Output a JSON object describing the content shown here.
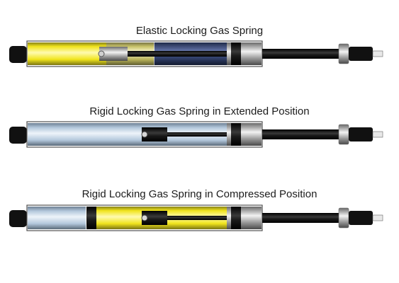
{
  "diagrams": [
    {
      "title": "Elastic Locking Gas Spring",
      "variant": "elastic"
    },
    {
      "title": "Rigid Locking Gas Spring in Extended Position",
      "variant": "rigid-extended"
    },
    {
      "title": "Rigid Locking Gas Spring in Compressed Position",
      "variant": "rigid-compressed"
    }
  ],
  "colors": {
    "oil": "#f0e41c",
    "gas": "#b4c8dc",
    "cylinder_edge": "#505050",
    "end_cap": "#111111",
    "rod": "#1a1a1a",
    "nut": "#bcbcbc",
    "pin": "#e8e8e8"
  }
}
